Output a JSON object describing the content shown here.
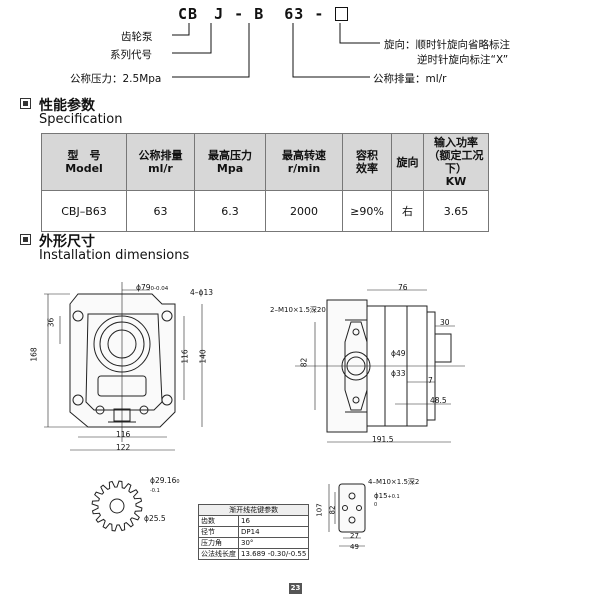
{
  "model_code": {
    "parts": [
      "CB",
      "J",
      "B",
      "63"
    ],
    "sep": "-",
    "labels": {
      "gear_pump": "齿轮泵",
      "series": "系列代号",
      "pressure": "公称压力：2.5Mpa",
      "rotation": "旋向：顺时针旋向省略标注",
      "rotation2": "逆时针旋向标注“X”",
      "displacement": "公称排量：ml/r"
    }
  },
  "spec": {
    "title_cn": "性能参数",
    "title_en": "Specification",
    "headers": [
      [
        "型　号",
        "Model"
      ],
      [
        "公称排量",
        "ml/r"
      ],
      [
        "最高压力",
        "Mpa"
      ],
      [
        "最高转速",
        "r/min"
      ],
      [
        "容积",
        "效率"
      ],
      [
        "旋向",
        ""
      ],
      [
        "输入功率",
        "（额定工况下）",
        "KW"
      ]
    ],
    "row": [
      "CBJ–B63",
      "63",
      "6.3",
      "2000",
      "≥90%",
      "右",
      "3.65"
    ]
  },
  "install": {
    "title_cn": "外形尺寸",
    "title_en": "Installation dimensions"
  },
  "dims": {
    "front": {
      "d79": "ϕ79",
      "d79_tol_top": "0",
      "d79_tol_bot": "-0.04",
      "holes": "4–ϕ13",
      "d36": "36",
      "d168": "168",
      "d116v": "116",
      "d140": "140",
      "d116h": "116",
      "d122": "122"
    },
    "side": {
      "thread": "2–M10×1.5深20",
      "d76": "76",
      "d30": "30",
      "d82": "82",
      "d49": "ϕ49",
      "d33": "ϕ33",
      "d7": "7",
      "d48_5": "48.5",
      "d191_5": "191.5"
    },
    "spline": {
      "d29_16": "ϕ29.16",
      "d29_tol": "0\n-0.1",
      "d25_5": "ϕ25.5"
    },
    "flange": {
      "thread": "4–M10×1.5深2",
      "d15": "ϕ15",
      "d15_tol": "+0.1\n0",
      "d107": "107",
      "d82": "82",
      "d27": "27",
      "d49": "49"
    }
  },
  "spline_table": {
    "title": "渐开线花键参数",
    "rows": [
      [
        "齿数",
        "16"
      ],
      [
        "径节",
        "DP14"
      ],
      [
        "压力角",
        "30°"
      ],
      [
        "公法线长度",
        "13.689 -0.30/-0.55"
      ]
    ]
  },
  "page_number": "23"
}
